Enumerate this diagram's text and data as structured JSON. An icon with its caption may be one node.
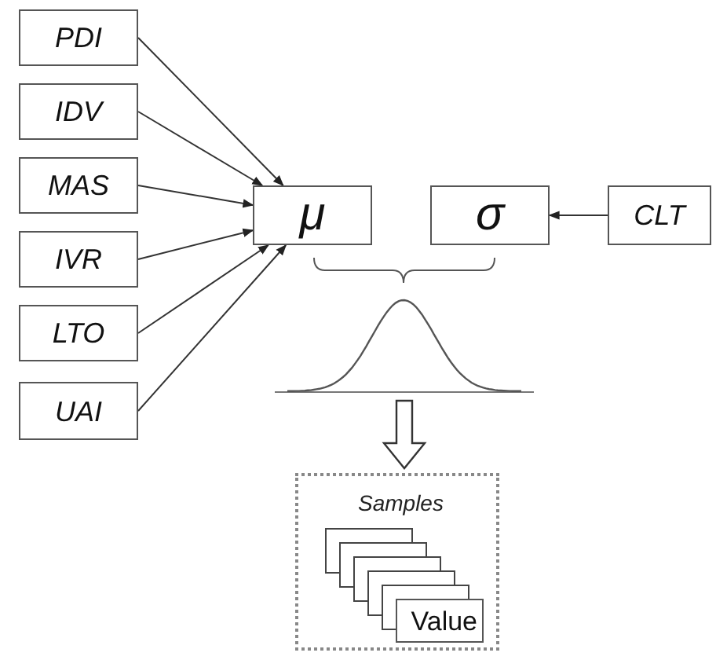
{
  "diagram": {
    "nodes": [
      {
        "text": [
          "PDI"
        ]
      },
      {
        "text": [
          "IDV"
        ]
      },
      {
        "text": [
          "MAS"
        ]
      },
      {
        "text": [
          "IVR"
        ]
      },
      {
        "text": [
          "LTO"
        ]
      },
      {
        "text": [
          "UAI"
        ]
      },
      {
        "text": [
          "μ"
        ]
      },
      {
        "text": [
          "σ"
        ]
      },
      {
        "text": [
          "CLT"
        ]
      },
      {
        "text": [],
        "shape": "picture"
      },
      {
        "text": [
          "Samples"
        ]
      },
      {
        "text": [
          "Value"
        ],
        "in": 10
      }
    ],
    "edges": [
      {
        "from": 0,
        "to": 6,
        "arrow": "to"
      },
      {
        "from": 1,
        "to": 6,
        "arrow": "to"
      },
      {
        "from": 2,
        "to": 6,
        "arrow": "to"
      },
      {
        "from": 3,
        "to": 6,
        "arrow": "to"
      },
      {
        "from": 4,
        "to": 6,
        "arrow": "to"
      },
      {
        "from": 5,
        "to": 6,
        "arrow": "to"
      },
      {
        "from": 8,
        "to": 7,
        "arrow": "to"
      },
      {
        "from": 9,
        "to": 10,
        "arrow": "to",
        "style": "thick"
      }
    ]
  }
}
